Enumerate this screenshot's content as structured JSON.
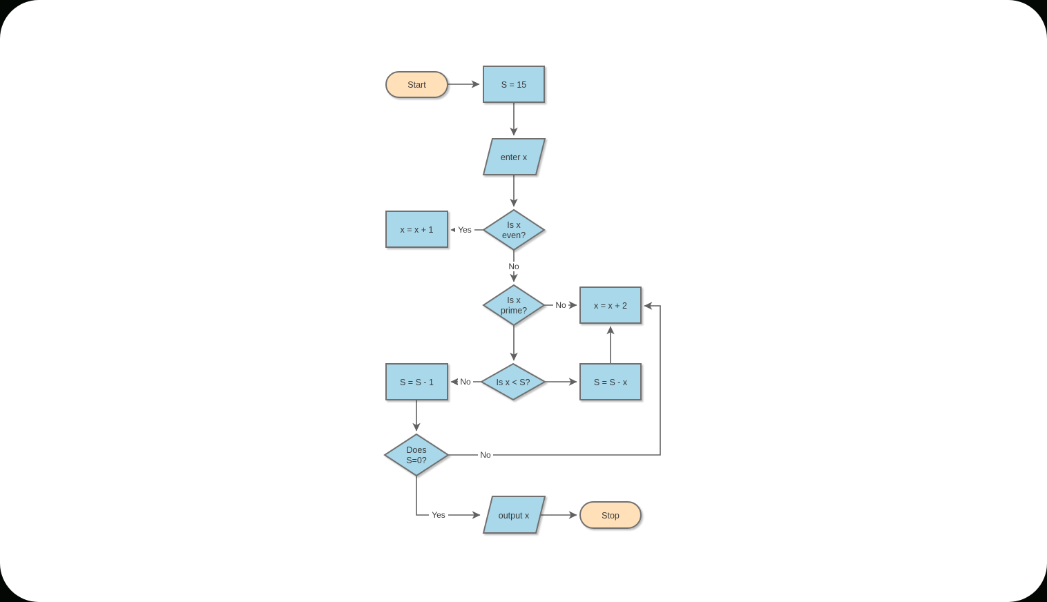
{
  "diagram": {
    "colors": {
      "process_fill": "#a8d8ea",
      "terminal_fill": "#ffe0b8",
      "stroke": "#6f6f6f",
      "edge": "#616161",
      "text": "#3a3a3a",
      "canvas": "#ffffff",
      "backdrop": "#040804"
    },
    "nodes": {
      "start": {
        "label": "Start"
      },
      "init": {
        "label": "S = 15"
      },
      "input": {
        "label": "enter x"
      },
      "even_check": {
        "line1": "Is x",
        "line2": "even?"
      },
      "inc_one": {
        "label": "x = x + 1"
      },
      "prime_check": {
        "line1": "Is x",
        "line2": "prime?"
      },
      "inc_two": {
        "label": "x = x + 2"
      },
      "less_check": {
        "label": "Is x < S?"
      },
      "dec_one": {
        "label": "S = S - 1"
      },
      "dec_x": {
        "label": "S = S - x"
      },
      "zero_check": {
        "line1": "Does",
        "line2": "S=0?"
      },
      "output": {
        "label": "output x"
      },
      "stop": {
        "label": "Stop"
      }
    },
    "edge_labels": {
      "even_yes": "Yes",
      "even_no": "No",
      "prime_no": "No",
      "less_no": "No",
      "zero_no": "No",
      "zero_yes": "Yes"
    }
  }
}
